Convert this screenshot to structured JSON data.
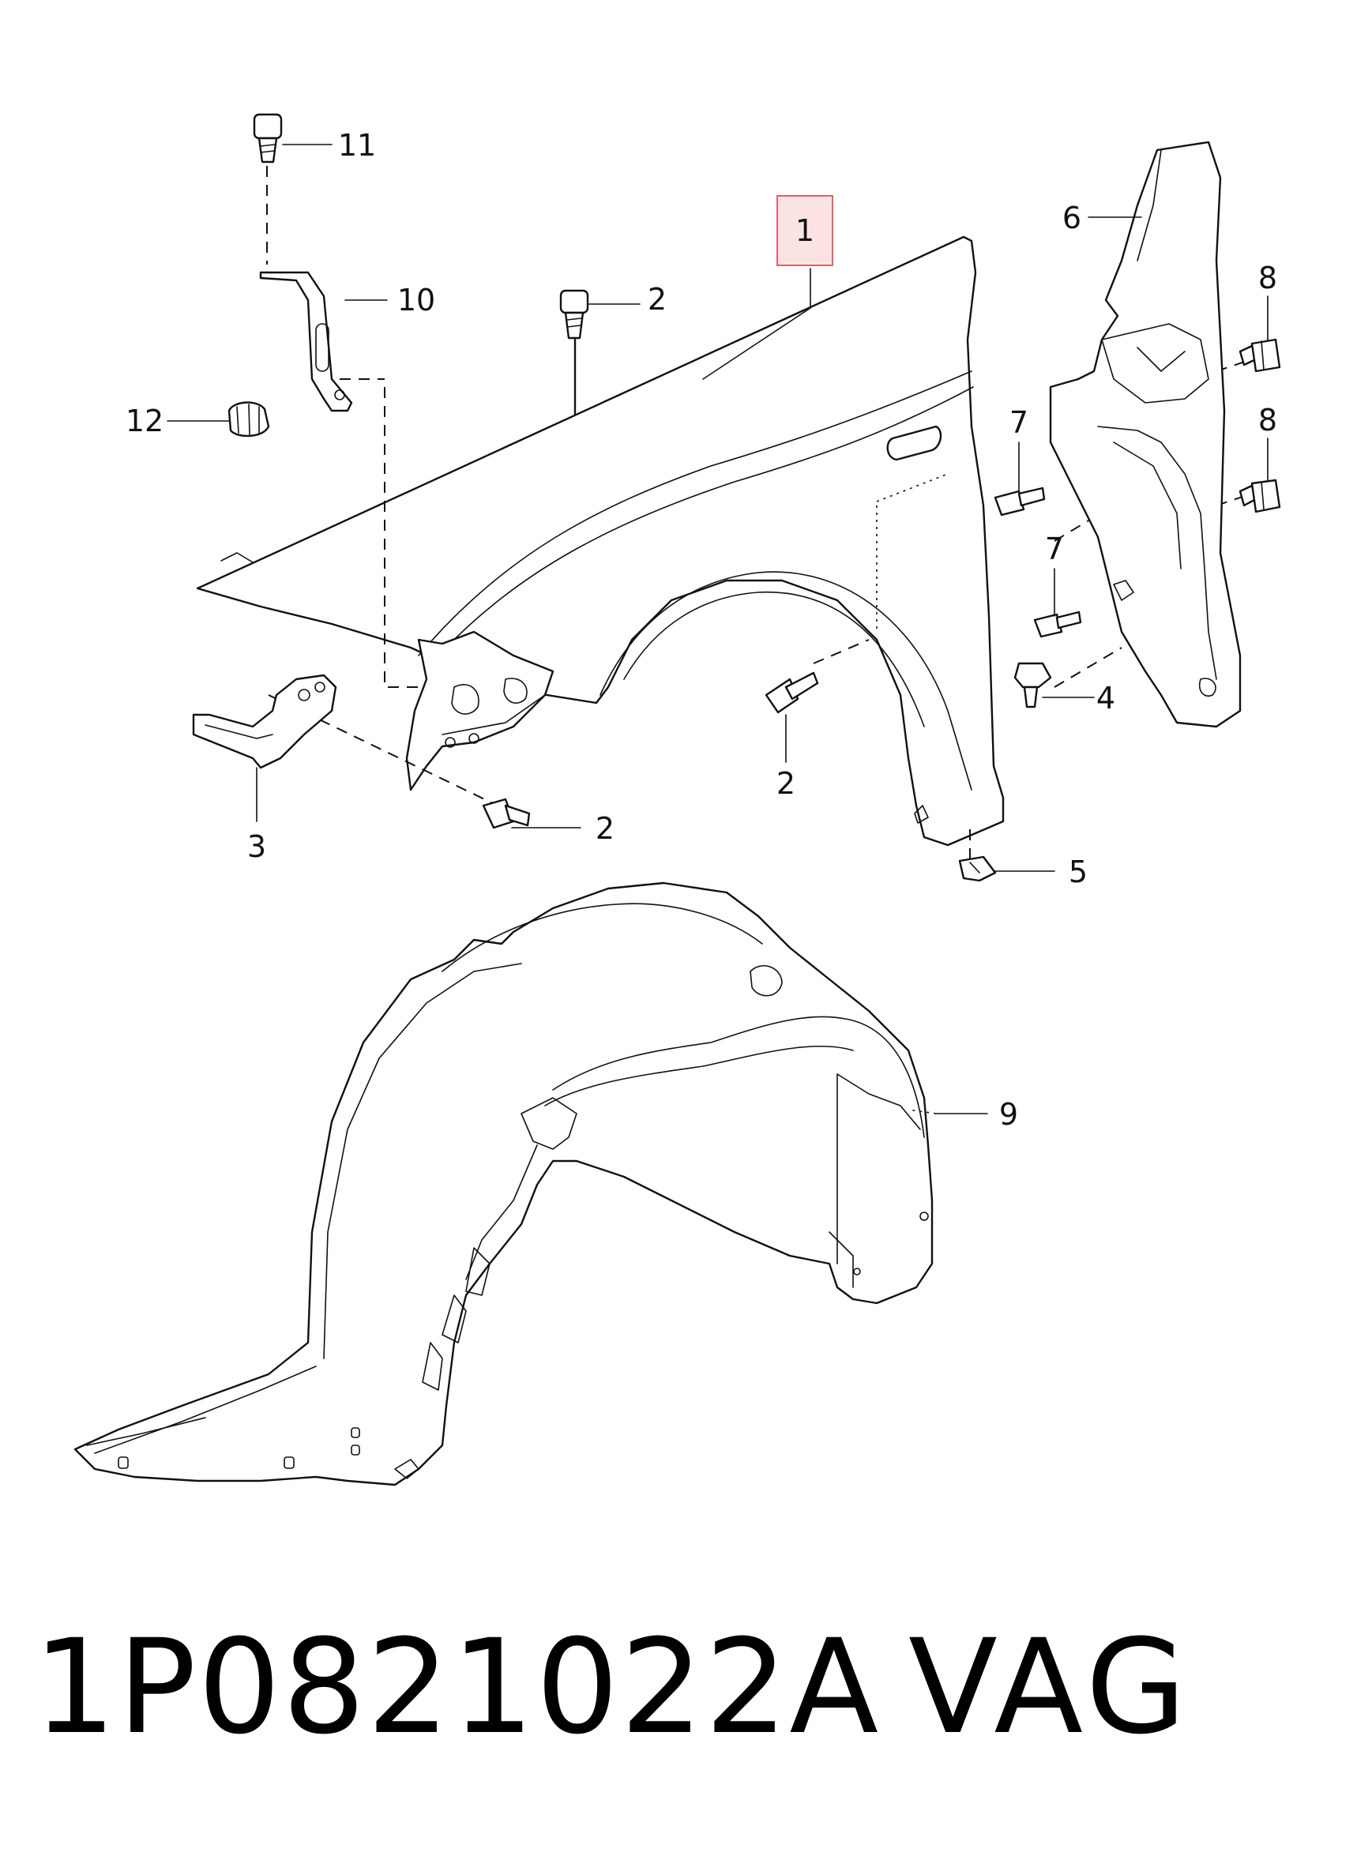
{
  "diagram": {
    "callouts": [
      {
        "id": "1",
        "label": "1",
        "highlighted": true
      },
      {
        "id": "2a",
        "label": "2"
      },
      {
        "id": "2b",
        "label": "2"
      },
      {
        "id": "2c",
        "label": "2"
      },
      {
        "id": "3",
        "label": "3"
      },
      {
        "id": "4",
        "label": "4"
      },
      {
        "id": "5",
        "label": "5"
      },
      {
        "id": "6",
        "label": "6"
      },
      {
        "id": "7a",
        "label": "7"
      },
      {
        "id": "7b",
        "label": "7"
      },
      {
        "id": "8a",
        "label": "8"
      },
      {
        "id": "8b",
        "label": "8"
      },
      {
        "id": "9",
        "label": "9"
      },
      {
        "id": "10",
        "label": "10"
      },
      {
        "id": "11",
        "label": "11"
      },
      {
        "id": "12",
        "label": "12"
      }
    ],
    "highlight_color": "#fbe3e4"
  },
  "caption": {
    "part_number": "1P0821022A",
    "brand": "VAG"
  }
}
